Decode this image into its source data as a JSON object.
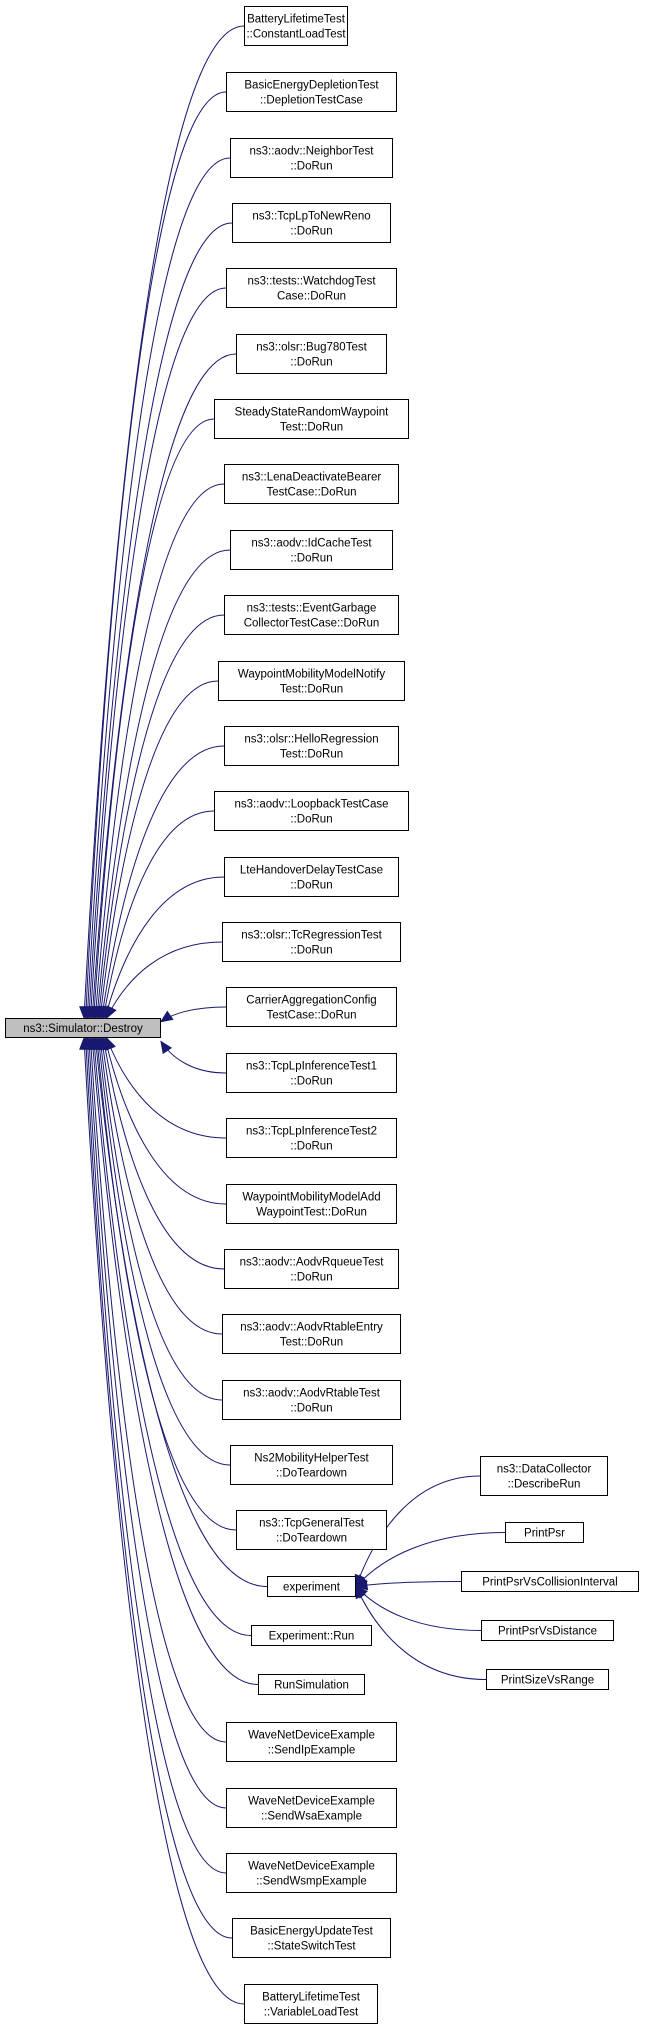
{
  "graph": {
    "root": {
      "lines": [
        "ns3::Simulator::Destroy"
      ],
      "highlighted": true
    },
    "callers": [
      {
        "lines": [
          "BatteryLifetimeTest",
          "::ConstantLoadTest"
        ]
      },
      {
        "lines": [
          "BasicEnergyDepletionTest",
          "::DepletionTestCase"
        ]
      },
      {
        "lines": [
          "ns3::aodv::NeighborTest",
          "::DoRun"
        ]
      },
      {
        "lines": [
          "ns3::TcpLpToNewReno",
          "::DoRun"
        ]
      },
      {
        "lines": [
          "ns3::tests::WatchdogTest",
          "Case::DoRun"
        ]
      },
      {
        "lines": [
          "ns3::olsr::Bug780Test",
          "::DoRun"
        ]
      },
      {
        "lines": [
          "SteadyStateRandomWaypoint",
          "Test::DoRun"
        ]
      },
      {
        "lines": [
          "ns3::LenaDeactivateBearer",
          "TestCase::DoRun"
        ]
      },
      {
        "lines": [
          "ns3::aodv::IdCacheTest",
          "::DoRun"
        ]
      },
      {
        "lines": [
          "ns3::tests::EventGarbage",
          "CollectorTestCase::DoRun"
        ]
      },
      {
        "lines": [
          "WaypointMobilityModelNotify",
          "Test::DoRun"
        ]
      },
      {
        "lines": [
          "ns3::olsr::HelloRegression",
          "Test::DoRun"
        ]
      },
      {
        "lines": [
          "ns3::aodv::LoopbackTestCase",
          "::DoRun"
        ]
      },
      {
        "lines": [
          "LteHandoverDelayTestCase",
          "::DoRun"
        ]
      },
      {
        "lines": [
          "ns3::olsr::TcRegressionTest",
          "::DoRun"
        ]
      },
      {
        "lines": [
          "CarrierAggregationConfig",
          "TestCase::DoRun"
        ]
      },
      {
        "lines": [
          "ns3::TcpLpInferenceTest1",
          "::DoRun"
        ]
      },
      {
        "lines": [
          "ns3::TcpLpInferenceTest2",
          "::DoRun"
        ]
      },
      {
        "lines": [
          "WaypointMobilityModelAdd",
          "WaypointTest::DoRun"
        ]
      },
      {
        "lines": [
          "ns3::aodv::AodvRqueueTest",
          "::DoRun"
        ]
      },
      {
        "lines": [
          "ns3::aodv::AodvRtableEntry",
          "Test::DoRun"
        ]
      },
      {
        "lines": [
          "ns3::aodv::AodvRtableTest",
          "::DoRun"
        ]
      },
      {
        "lines": [
          "Ns2MobilityHelperTest",
          "::DoTeardown"
        ]
      },
      {
        "lines": [
          "ns3::TcpGeneralTest",
          "::DoTeardown"
        ]
      },
      {
        "lines": [
          "experiment"
        ]
      },
      {
        "lines": [
          "Experiment::Run"
        ]
      },
      {
        "lines": [
          "RunSimulation"
        ]
      },
      {
        "lines": [
          "WaveNetDeviceExample",
          "::SendIpExample"
        ]
      },
      {
        "lines": [
          "WaveNetDeviceExample",
          "::SendWsaExample"
        ]
      },
      {
        "lines": [
          "WaveNetDeviceExample",
          "::SendWsmpExample"
        ]
      },
      {
        "lines": [
          "BasicEnergyUpdateTest",
          "::StateSwitchTest"
        ]
      },
      {
        "lines": [
          "BatteryLifetimeTest",
          "::VariableLoadTest"
        ]
      }
    ],
    "experiment_callers": [
      {
        "lines": [
          "ns3::DataCollector",
          "::DescribeRun"
        ]
      },
      {
        "lines": [
          "PrintPsr"
        ]
      },
      {
        "lines": [
          "PrintPsrVsCollisionInterval"
        ]
      },
      {
        "lines": [
          "PrintPsrVsDistance"
        ]
      },
      {
        "lines": [
          "PrintSizeVsRange"
        ]
      }
    ],
    "colors": {
      "edge": "#191970",
      "node_border": "#000000",
      "root_fill": "#bfbfbf",
      "node_fill": "#ffffff",
      "text": "#000000"
    }
  }
}
